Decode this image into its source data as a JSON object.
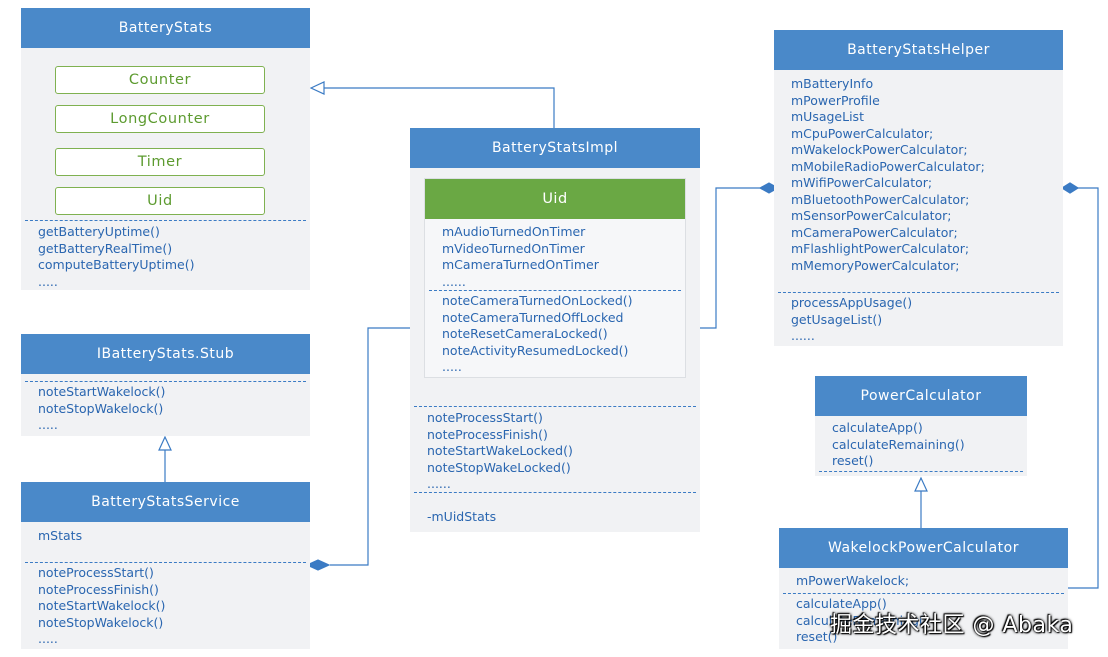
{
  "battery_stats": {
    "title": "BatteryStats",
    "inner_classes": [
      "Counter",
      "LongCounter",
      "Timer",
      "Uid"
    ],
    "methods": [
      "getBatteryUptime()",
      "getBatteryRealTime()",
      "computeBatteryUptime()",
      "....."
    ]
  },
  "ibattery_stub": {
    "title": "IBatteryStats.Stub",
    "methods": [
      "noteStartWakelock()",
      "noteStopWakelock()",
      "....."
    ]
  },
  "battery_service": {
    "title": "BatteryStatsService",
    "fields": [
      "mStats"
    ],
    "methods": [
      "noteProcessStart()",
      "noteProcessFinish()",
      "noteStartWakelock()",
      "noteStopWakelock()",
      "....."
    ]
  },
  "battery_impl": {
    "title": "BatteryStatsImpl",
    "uid": {
      "title": "Uid",
      "fields": [
        "mAudioTurnedOnTimer",
        "mVideoTurnedOnTimer",
        "mCameraTurnedOnTimer",
        "......"
      ],
      "methods": [
        "noteCameraTurnedOnLocked()",
        "noteCameraTurnedOffLocked",
        "noteResetCameraLocked()",
        "noteActivityResumedLocked()",
        "....."
      ]
    },
    "methods": [
      "noteProcessStart()",
      "noteProcessFinish()",
      "noteStartWakeLocked()",
      "noteStopWakeLocked()",
      "......"
    ],
    "fields": [
      "-mUidStats"
    ]
  },
  "helper": {
    "title": "BatteryStatsHelper",
    "fields": [
      "mBatteryInfo",
      "mPowerProfile",
      "mUsageList",
      "mCpuPowerCalculator;",
      "mWakelockPowerCalculator;",
      "mMobileRadioPowerCalculator;",
      "mWifiPowerCalculator;",
      "mBluetoothPowerCalculator;",
      "mSensorPowerCalculator;",
      "mCameraPowerCalculator;",
      "mFlashlightPowerCalculator;",
      "mMemoryPowerCalculator;"
    ],
    "methods": [
      "processAppUsage()",
      "getUsageList()",
      "......"
    ]
  },
  "power_calc": {
    "title": "PowerCalculator",
    "methods": [
      "calculateApp()",
      "calculateRemaining()",
      "reset()"
    ]
  },
  "wakelock_calc": {
    "title": "WakelockPowerCalculator",
    "fields": [
      "mPowerWakelock;"
    ],
    "methods": [
      "calculateApp()",
      "calculateRemaining()",
      "reset()"
    ]
  },
  "watermark": "掘金技术社区 @ Abaka",
  "colors": {
    "header_blue": "#4a89c9",
    "uid_green": "#6aa844",
    "member_text": "#2a66b0",
    "green_item_text": "#5d9b30",
    "connector": "#3b7bc4"
  }
}
